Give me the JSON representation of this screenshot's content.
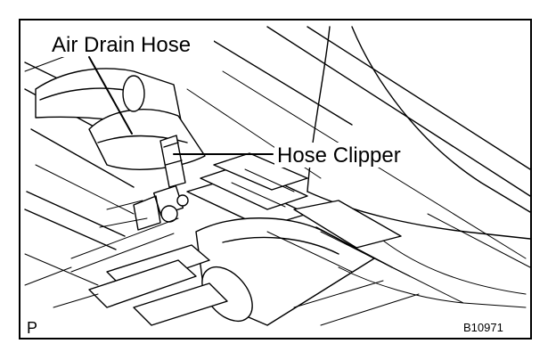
{
  "figure": {
    "labels": {
      "air_drain_hose": "Air Drain Hose",
      "hose_clipper": "Hose Clipper",
      "view_marker": "P",
      "figure_code": "B10971"
    }
  }
}
